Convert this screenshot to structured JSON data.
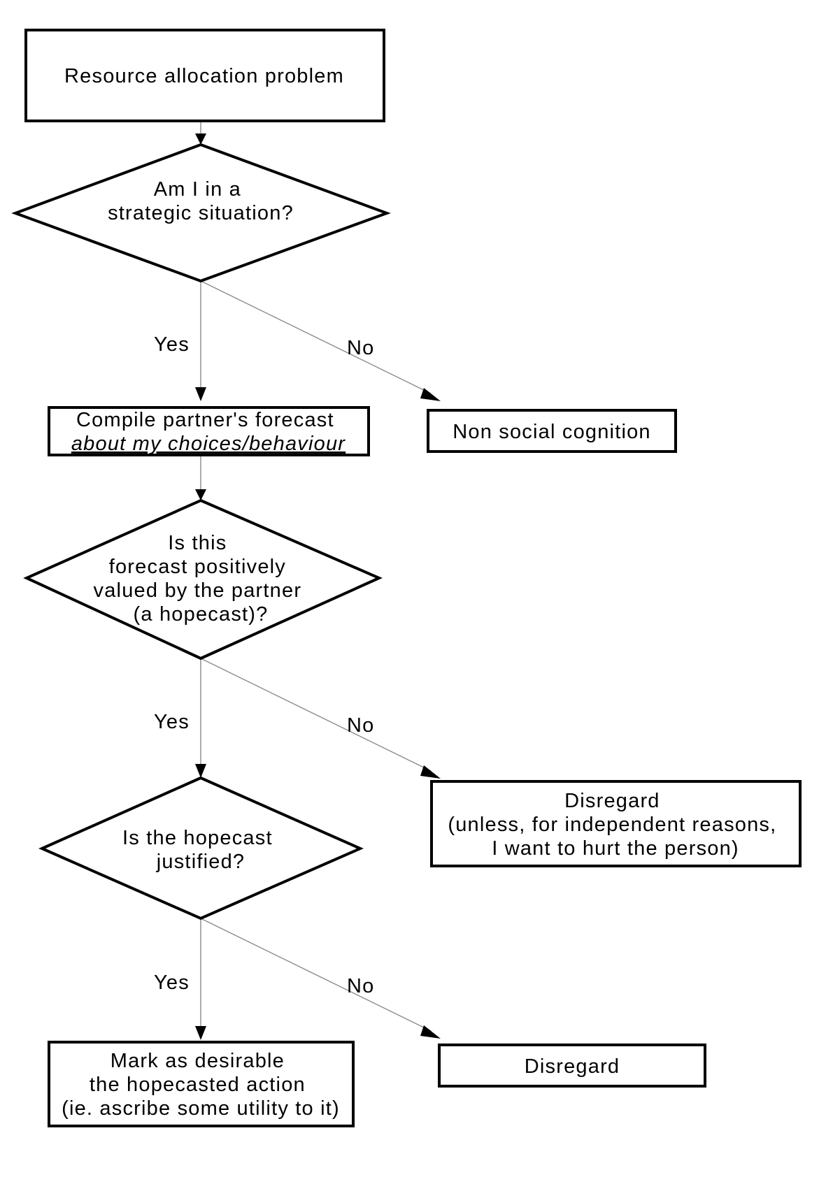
{
  "nodes": {
    "start": {
      "lines": [
        "Resource allocation problem"
      ]
    },
    "q_strategic": {
      "lines": [
        "Am I in a",
        "strategic situation?"
      ]
    },
    "compile_forecast": {
      "lines": [
        "Compile partner's forecast"
      ],
      "italic_line": "about my choices/behaviour"
    },
    "non_social": {
      "lines": [
        "Non social cognition"
      ]
    },
    "q_hopecast": {
      "lines": [
        "Is this",
        "forecast positively",
        "valued by the partner",
        "(a hopecast)?"
      ]
    },
    "disregard_unless": {
      "lines": [
        "Disregard",
        "(unless, for independent reasons,",
        "I want to hurt the person)"
      ]
    },
    "q_justified": {
      "lines": [
        "Is the hopecast",
        "justified?"
      ]
    },
    "mark_desirable": {
      "lines": [
        "Mark as desirable",
        "the hopecasted action",
        "(ie. ascribe some utility to it)"
      ]
    },
    "disregard": {
      "lines": [
        "Disregard"
      ]
    }
  },
  "edges": {
    "e1": {
      "label": ""
    },
    "e2": {
      "label": "Yes"
    },
    "e3": {
      "label": "No"
    },
    "e4": {
      "label": ""
    },
    "e5": {
      "label": "Yes"
    },
    "e6": {
      "label": "No"
    },
    "e7": {
      "label": "Yes"
    },
    "e8": {
      "label": "No"
    }
  },
  "colors": {
    "stroke": "#000000",
    "connector": "#8a8a8a",
    "background": "#ffffff"
  }
}
